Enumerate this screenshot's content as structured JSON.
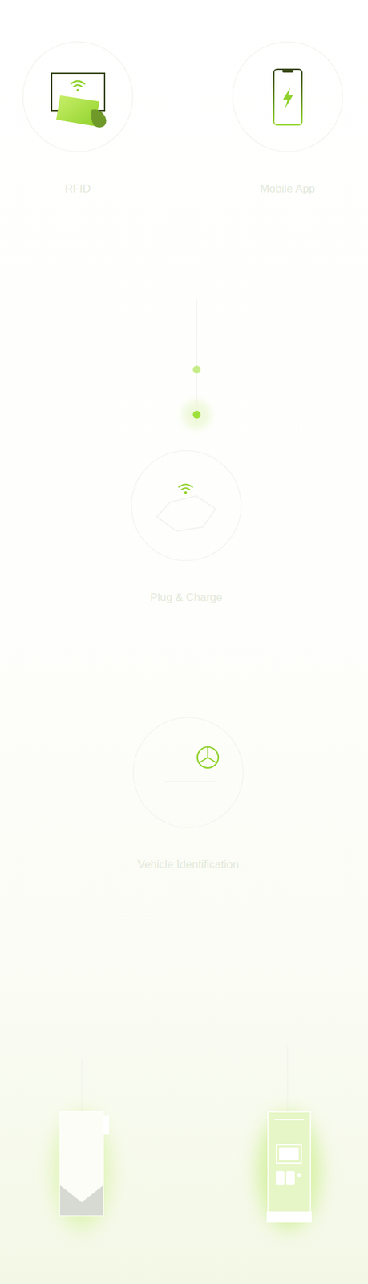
{
  "diagram": {
    "nodes": [
      {
        "text": [
          "RFID"
        ]
      },
      {
        "text": [
          "Mobile App"
        ]
      },
      {
        "text": [
          "Plug & Charge"
        ]
      },
      {
        "text": [
          "Vehicle Identification"
        ]
      }
    ]
  }
}
